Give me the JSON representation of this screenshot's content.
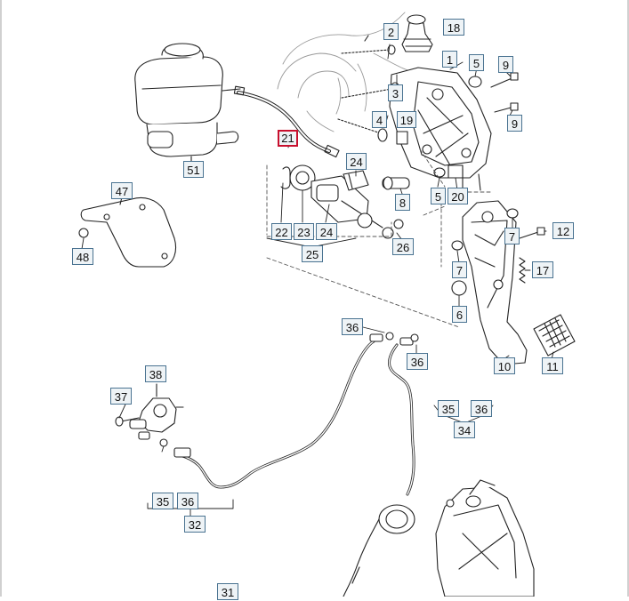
{
  "diagram": {
    "highlight_color": "#c8102e",
    "label_border_color": "#4a7391",
    "callouts": [
      {
        "id": "c18",
        "text": "18"
      },
      {
        "id": "c2",
        "text": "2"
      },
      {
        "id": "c1",
        "text": "1"
      },
      {
        "id": "c5a",
        "text": "5"
      },
      {
        "id": "c9a",
        "text": "9"
      },
      {
        "id": "c3",
        "text": "3"
      },
      {
        "id": "c9b",
        "text": "9"
      },
      {
        "id": "c4",
        "text": "4"
      },
      {
        "id": "c19",
        "text": "19"
      },
      {
        "id": "c21",
        "text": "21",
        "highlighted": true
      },
      {
        "id": "c51",
        "text": "51"
      },
      {
        "id": "c24a",
        "text": "24"
      },
      {
        "id": "c5b",
        "text": "5"
      },
      {
        "id": "c20",
        "text": "20"
      },
      {
        "id": "c8",
        "text": "8"
      },
      {
        "id": "c47",
        "text": "47"
      },
      {
        "id": "c22",
        "text": "22"
      },
      {
        "id": "c23",
        "text": "23"
      },
      {
        "id": "c24b",
        "text": "24"
      },
      {
        "id": "c25",
        "text": "25"
      },
      {
        "id": "c26",
        "text": "26"
      },
      {
        "id": "c48",
        "text": "48"
      },
      {
        "id": "c7a",
        "text": "7"
      },
      {
        "id": "c12",
        "text": "12"
      },
      {
        "id": "c17",
        "text": "17"
      },
      {
        "id": "c7b",
        "text": "7"
      },
      {
        "id": "c6",
        "text": "6"
      },
      {
        "id": "c36a",
        "text": "36"
      },
      {
        "id": "c36b",
        "text": "36"
      },
      {
        "id": "c10",
        "text": "10"
      },
      {
        "id": "c11",
        "text": "11"
      },
      {
        "id": "c38",
        "text": "38"
      },
      {
        "id": "c37",
        "text": "37"
      },
      {
        "id": "c35a",
        "text": "35"
      },
      {
        "id": "c36c",
        "text": "36"
      },
      {
        "id": "c34",
        "text": "34"
      },
      {
        "id": "c35b",
        "text": "35"
      },
      {
        "id": "c36d",
        "text": "36"
      },
      {
        "id": "c32",
        "text": "32"
      },
      {
        "id": "c31",
        "text": "31"
      }
    ]
  }
}
